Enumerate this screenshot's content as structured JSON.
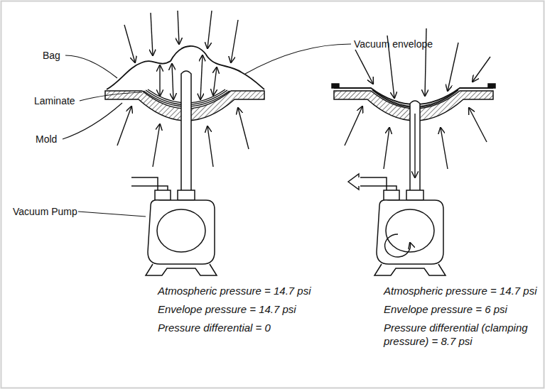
{
  "diagram": {
    "labels": [
      "Bag",
      "Vacuum envelope",
      "Laminate",
      "Mold",
      "Vacuum Pump",
      "Atmospheric pressure = 14.7 psi",
      "Envelope pressure = 14.7 psi",
      "Pressure differential = 0",
      "Atmospheric pressure = 14.7 psi",
      "Envelope pressure = 6 psi",
      "Pressure differential (clamping pressure) = 8.7 psi"
    ]
  }
}
